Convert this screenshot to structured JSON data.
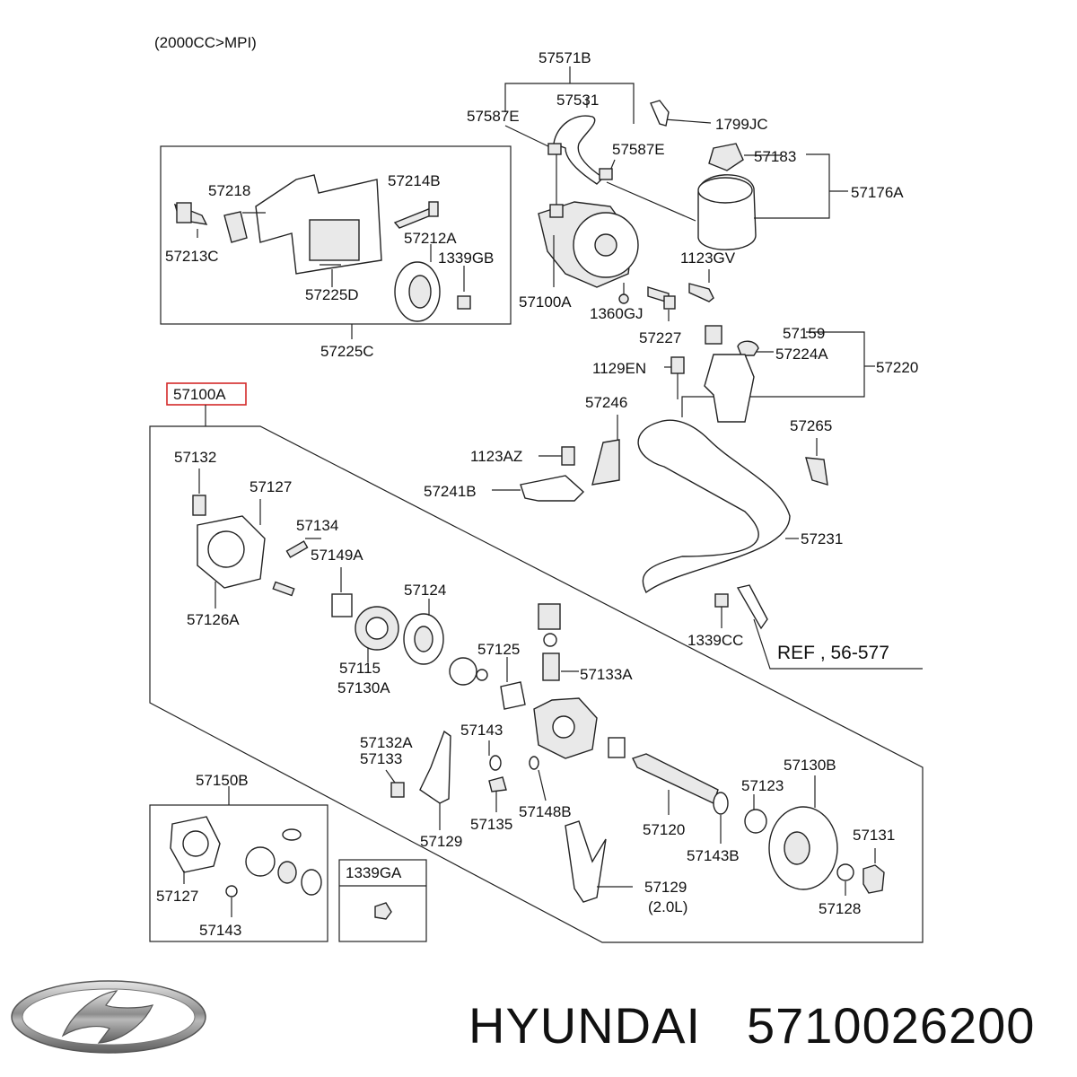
{
  "header": {
    "engine_note": "(2000CC>MPI)"
  },
  "callouts": {
    "c57571B": "57571B",
    "c57531": "57531",
    "c57587E_a": "57587E",
    "c57587E_b": "57587E",
    "c1799JC": "1799JC",
    "c57183": "57183",
    "c57176A": "57176A",
    "c1123GV": "1123GV",
    "c57100A_top": "57100A",
    "c1360GJ": "1360GJ",
    "c57227": "57227",
    "c57218": "57218",
    "c57214B": "57214B",
    "c57212A": "57212A",
    "c1339GB": "1339GB",
    "c57213C": "57213C",
    "c57225D": "57225D",
    "c57225C": "57225C",
    "c57159": "57159",
    "c57224A": "57224A",
    "c57220": "57220",
    "c1129EN": "1129EN",
    "c57246": "57246",
    "c1123AZ": "1123AZ",
    "c57241B": "57241B",
    "c57265": "57265",
    "c57231": "57231",
    "c1339CC": "1339CC",
    "ref": "REF , 56-577",
    "c57100A_main": "57100A",
    "c57132": "57132",
    "c57127": "57127",
    "c57134": "57134",
    "c57149A": "57149A",
    "c57124": "57124",
    "c57126A": "57126A",
    "c57115": "57115",
    "c57130A": "57130A",
    "c57125": "57125",
    "c57133A": "57133A",
    "c57143": "57143",
    "c57132A": "57132A",
    "c57133": "57133",
    "c57135": "57135",
    "c57148B": "57148B",
    "c57129_a": "57129",
    "c57120": "57120",
    "c57130B": "57130B",
    "c57123": "57123",
    "c57143B": "57143B",
    "c57131": "57131",
    "c57128": "57128",
    "c57129_b": "57129",
    "c2_0L": "(2.0L)",
    "c57150B": "57150B",
    "c57127_kit": "57127",
    "c57143_kit": "57143",
    "c1339GA": "1339GA"
  },
  "footer": {
    "brand": "HYUNDAI",
    "part_number": "5710026200"
  },
  "colors": {
    "highlight": "#d42a2a",
    "line": "#222222"
  }
}
